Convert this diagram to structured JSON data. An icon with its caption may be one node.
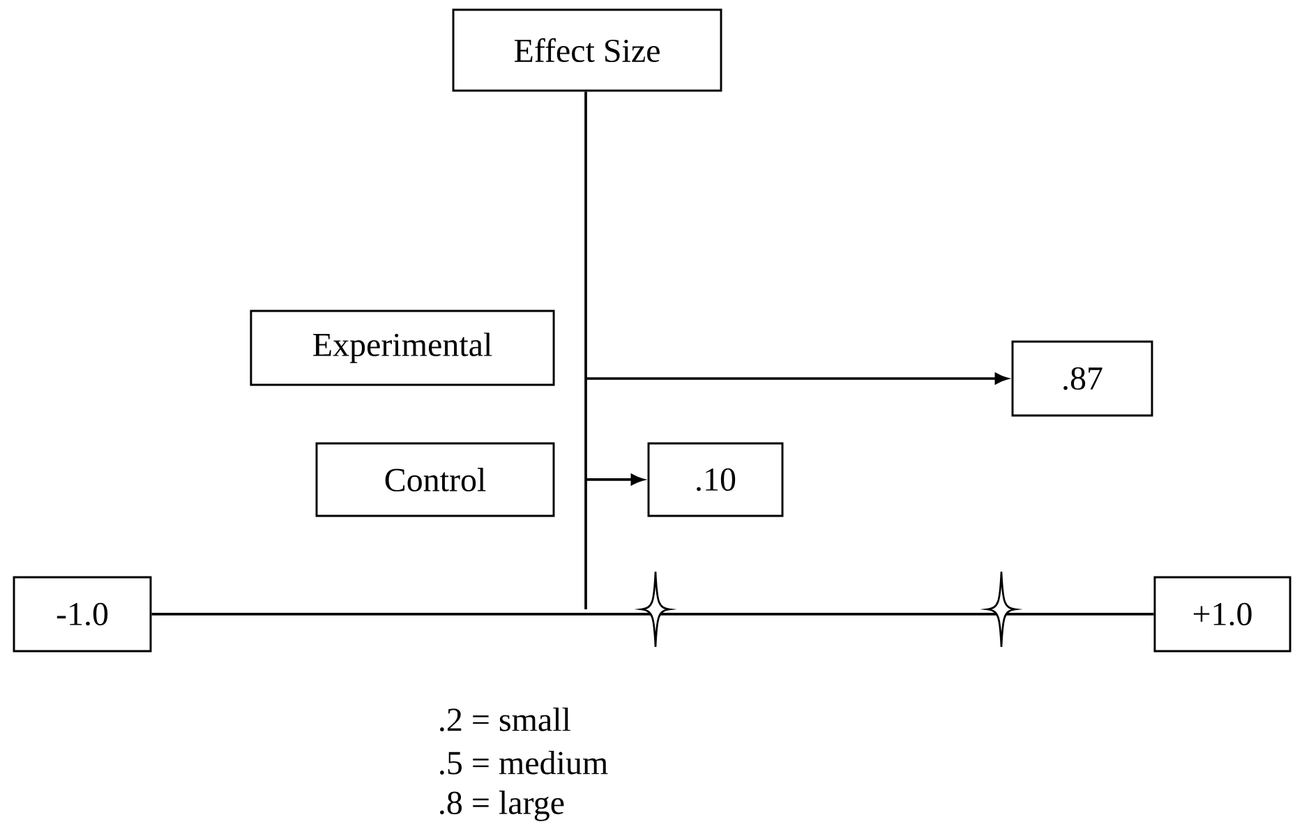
{
  "diagram": {
    "nodes": [
      {
        "text": [
          "Effect Size"
        ]
      },
      {
        "text": [
          "Experimental"
        ]
      },
      {
        "text": [
          ".87"
        ]
      },
      {
        "text": [
          "Control"
        ]
      },
      {
        "text": [
          ".10"
        ]
      },
      {
        "text": [
          "-1.0"
        ]
      },
      {
        "text": [
          "+1.0"
        ]
      }
    ],
    "edges": [
      {
        "from": 0,
        "to": null,
        "arrow": "none"
      },
      {
        "from": null,
        "to": 2,
        "arrow": "to"
      },
      {
        "from": null,
        "to": 4,
        "arrow": "to"
      },
      {
        "from": 5,
        "to": 6,
        "arrow": "none"
      }
    ],
    "labels": [
      ".2 = small",
      ".5 = medium",
      ".8 = large"
    ]
  }
}
